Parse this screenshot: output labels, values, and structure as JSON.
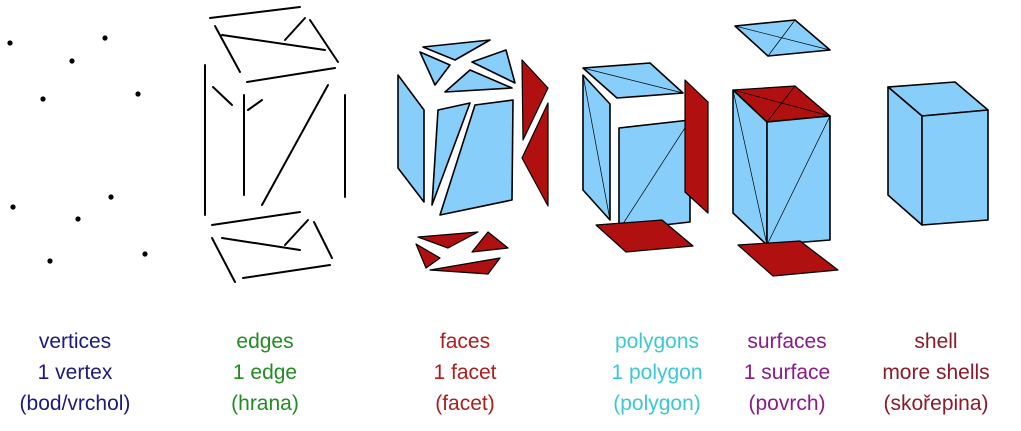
{
  "columns": [
    {
      "id": "vertices",
      "color": "#1a1a80",
      "lines": [
        "vertices",
        "1 vertex",
        "(bod/vrchol)"
      ]
    },
    {
      "id": "edges",
      "color": "#228b22",
      "lines": [
        "edges",
        "1 edge",
        "(hrana)"
      ]
    },
    {
      "id": "faces",
      "color": "#b01c1c",
      "lines": [
        "faces",
        "1 facet",
        "(facet)"
      ]
    },
    {
      "id": "polygons",
      "color": "#3cc8d0",
      "lines": [
        "polygons",
        "1 polygon",
        "(polygon)"
      ]
    },
    {
      "id": "surfaces",
      "color": "#8b1a8b",
      "lines": [
        "surfaces",
        "1 surface",
        "(povrch)"
      ]
    },
    {
      "id": "shell",
      "color": "#8b1a2a",
      "lines": [
        "shell",
        "more shells",
        "(skořepina)"
      ]
    }
  ],
  "colors": {
    "face_blue": "#87CEFA",
    "face_red": "#B01010",
    "outline": "#000000"
  }
}
